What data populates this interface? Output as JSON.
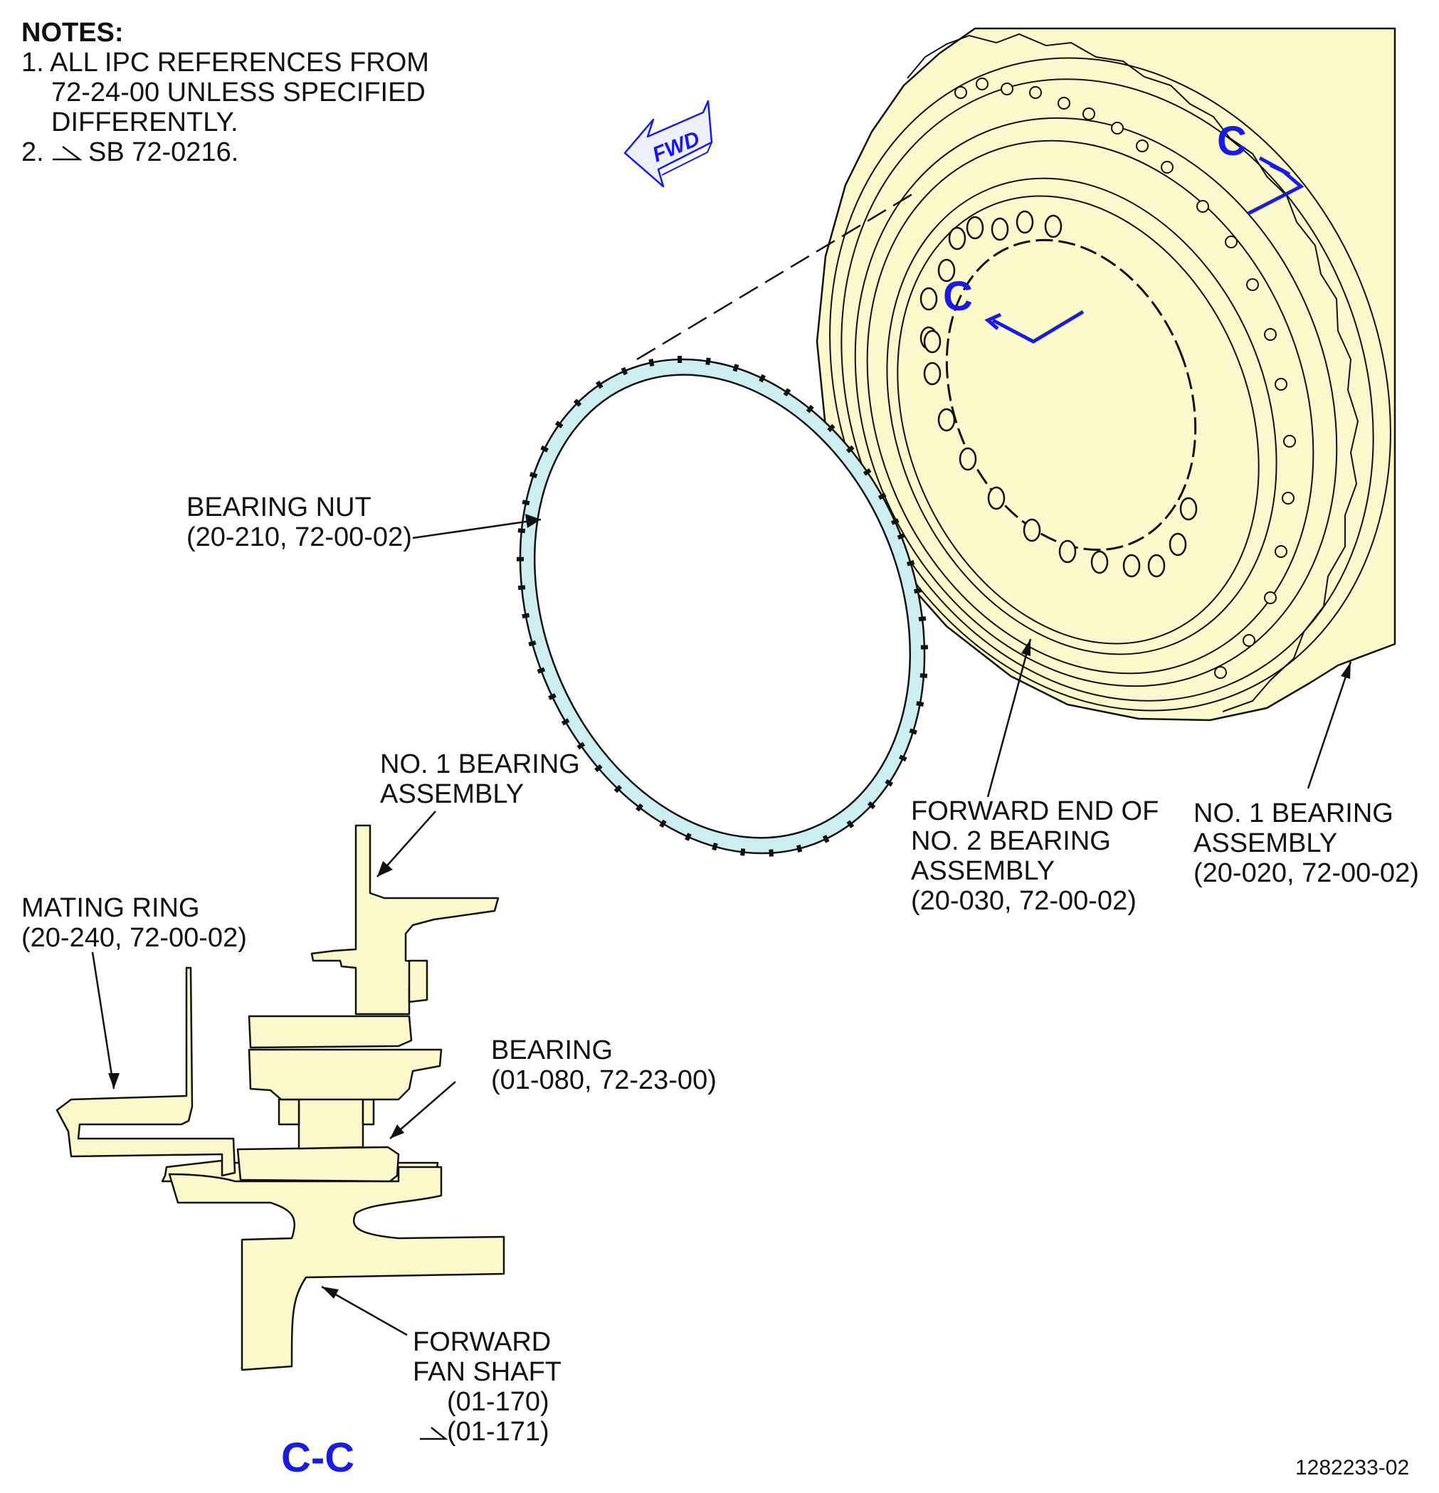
{
  "notes": {
    "heading": "NOTES:",
    "line1": "1. ALL IPC REFERENCES FROM",
    "line2": "72-24-00 UNLESS SPECIFIED",
    "line3": "DIFFERENTLY.",
    "line4_prefix": "2.",
    "line4_text": "SB 72-0216."
  },
  "fwd_label": "FWD",
  "section_markers": {
    "upper": "C",
    "lower": "C",
    "view_title": "C-C"
  },
  "callouts": {
    "bearing_nut": [
      "BEARING NUT",
      "(20-210, 72-00-02)"
    ],
    "no1_bearing_upper": [
      "NO. 1 BEARING",
      "ASSEMBLY"
    ],
    "forward_end_no2": [
      "FORWARD END OF",
      "NO. 2 BEARING",
      "ASSEMBLY",
      "(20-030, 72-00-02)"
    ],
    "no1_bearing_right": [
      "NO. 1 BEARING",
      "ASSEMBLY",
      "(20-020, 72-00-02)"
    ],
    "mating_ring": [
      "MATING RING",
      "(20-240, 72-00-02)"
    ],
    "bearing": [
      "BEARING",
      "(01-080, 72-23-00)"
    ],
    "forward_fan_shaft": [
      "FORWARD",
      "FAN SHAFT",
      "(01-170)",
      "(01-171)"
    ]
  },
  "figure_number": "1282233-02",
  "colors": {
    "part_fill": "#fbf8cc",
    "nut_fill": "#cdeef0",
    "marker_blue": "#1a1ae6"
  }
}
